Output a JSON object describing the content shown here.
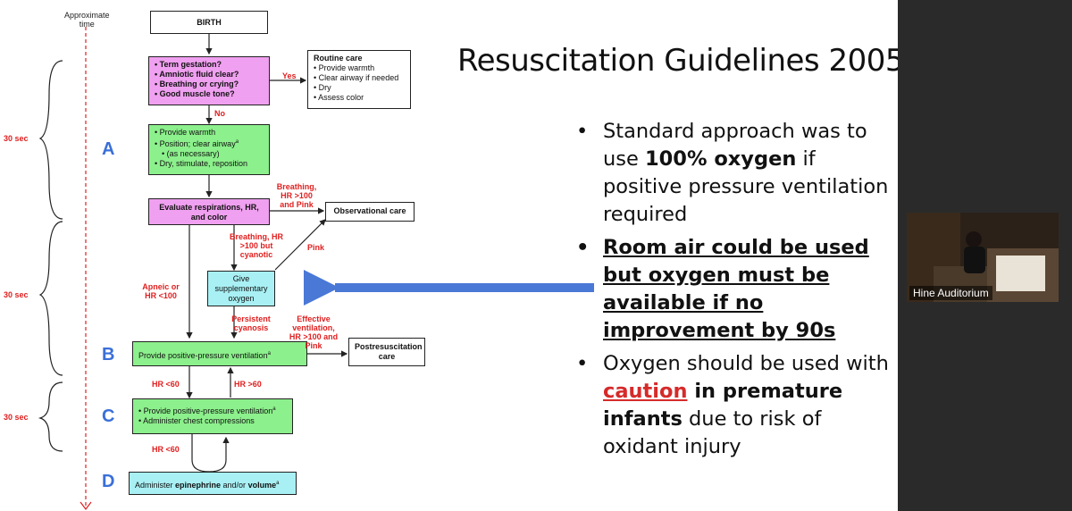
{
  "slide": {
    "title": "Resuscitation Guidelines 2005",
    "bullets": {
      "b1_pre": "Standard approach was to use ",
      "b1_bold": "100% oxygen",
      "b1_post": " if positive pressure ventilation required",
      "b2": "Room air could be used but oxygen must be available if no improvement by 90s",
      "b3_pre": "Oxygen should be used with ",
      "b3_caution": "caution",
      "b3_mid": " in ",
      "b3_bold": "premature infants",
      "b3_post": " due to risk of oxidant injury"
    }
  },
  "flowchart": {
    "approx_time": [
      "Approximate",
      "time"
    ],
    "time_labels": [
      "30 sec",
      "30 sec",
      "30 sec"
    ],
    "steps": [
      "A",
      "B",
      "C",
      "D"
    ],
    "birth": "BIRTH",
    "assess": [
      "Term gestation?",
      "Amniotic fluid clear?",
      "Breathing or crying?",
      "Good muscle tone?"
    ],
    "routine": {
      "title": "Routine care",
      "items": [
        "Provide warmth",
        "Clear airway if needed",
        "Dry",
        "Assess color"
      ]
    },
    "step_a": [
      "Provide warmth",
      "Position; clear airway",
      "(as necessary)",
      "Dry, stimulate, reposition"
    ],
    "evaluate": "Evaluate respirations, HR, and color",
    "observational": "Observational care",
    "supplementary": "Give supplementary oxygen",
    "ppv": "Provide positive-pressure ventilation",
    "postresus": "Postresuscitation care",
    "ppv_cc": [
      "Provide positive-pressure ventilation",
      "Administer chest compressions"
    ],
    "admin_pre": "Administer ",
    "admin_epi": "epinephrine",
    "admin_mid": " and/or ",
    "admin_vol": "volume",
    "sup_a": "a",
    "labels": {
      "yes": "Yes",
      "no": "No",
      "breathing_pink": "Breathing, HR >100 and Pink",
      "breathing_cyanotic": "Breathing, HR >100 but cyanotic",
      "pink": "Pink",
      "apneic": "Apneic or HR <100",
      "persistent": "Persistent cyanosis",
      "effective": "Effective ventilation, HR >100 and Pink",
      "hr_lt60": "HR <60",
      "hr_gt60": "HR >60",
      "hr_lt60_b": "HR <60"
    }
  },
  "video": {
    "name": "Hine Auditorium"
  },
  "colors": {
    "accent_arrow": "#4a78d6",
    "label_red": "#e02020",
    "step_blue": "#3a6fd8"
  }
}
